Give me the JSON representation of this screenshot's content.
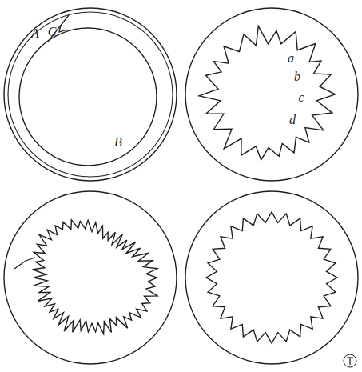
{
  "diagram": {
    "labels": [
      "A",
      "C",
      "B",
      "a",
      "b",
      "c",
      "d"
    ]
  }
}
